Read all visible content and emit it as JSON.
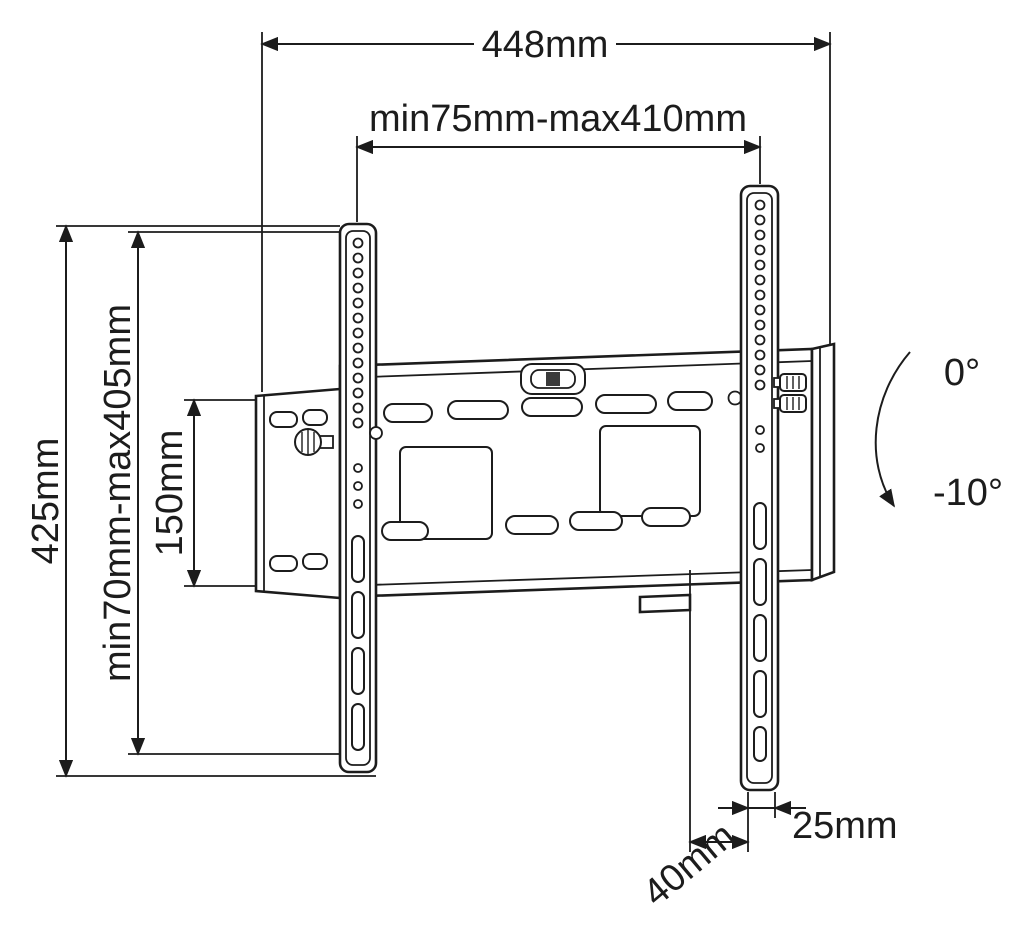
{
  "diagram": {
    "type": "technical-drawing",
    "subject": "Tilting TV wall mount bracket dimensional drawing",
    "labels": {
      "overall_width": "448mm",
      "mounting_width_range": "min75mm-max410mm",
      "overall_height": "425mm",
      "mounting_height_range": "min70mm-max405mm",
      "bracket_height": "150mm",
      "tilt_max": "0°",
      "tilt_min": "-10°",
      "depth_rear": "40mm",
      "depth_front": "25mm"
    },
    "colors": {
      "line": "#1c1c1c",
      "background": "#ffffff"
    }
  }
}
